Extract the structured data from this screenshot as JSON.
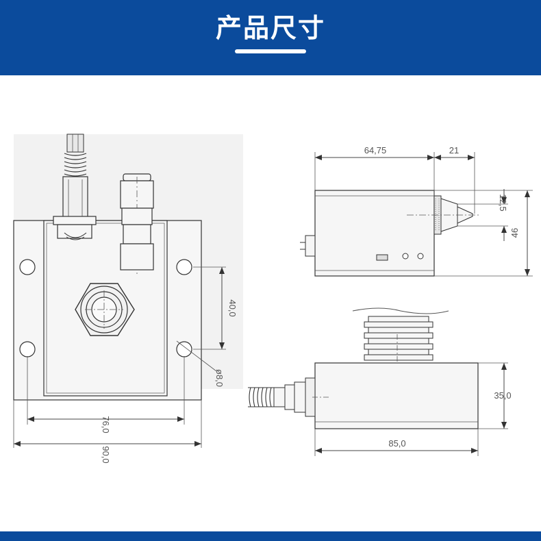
{
  "header": {
    "title": "产品尺寸",
    "color": "#0b4b9c"
  },
  "drawing": {
    "front_view": {
      "dim_hole_spacing_vertical": "40,0",
      "dim_hole_diameter": "ø8,0",
      "dim_hole_spacing_horizontal": "76,0",
      "dim_overall_width": "90,0"
    },
    "top_view": {
      "dim_body_length": "64,75",
      "dim_nozzle_length": "21",
      "dim_nozzle_diameter": "12,5",
      "dim_height": "46"
    },
    "side_view": {
      "dim_height": "35,0",
      "dim_length": "85,0"
    }
  }
}
